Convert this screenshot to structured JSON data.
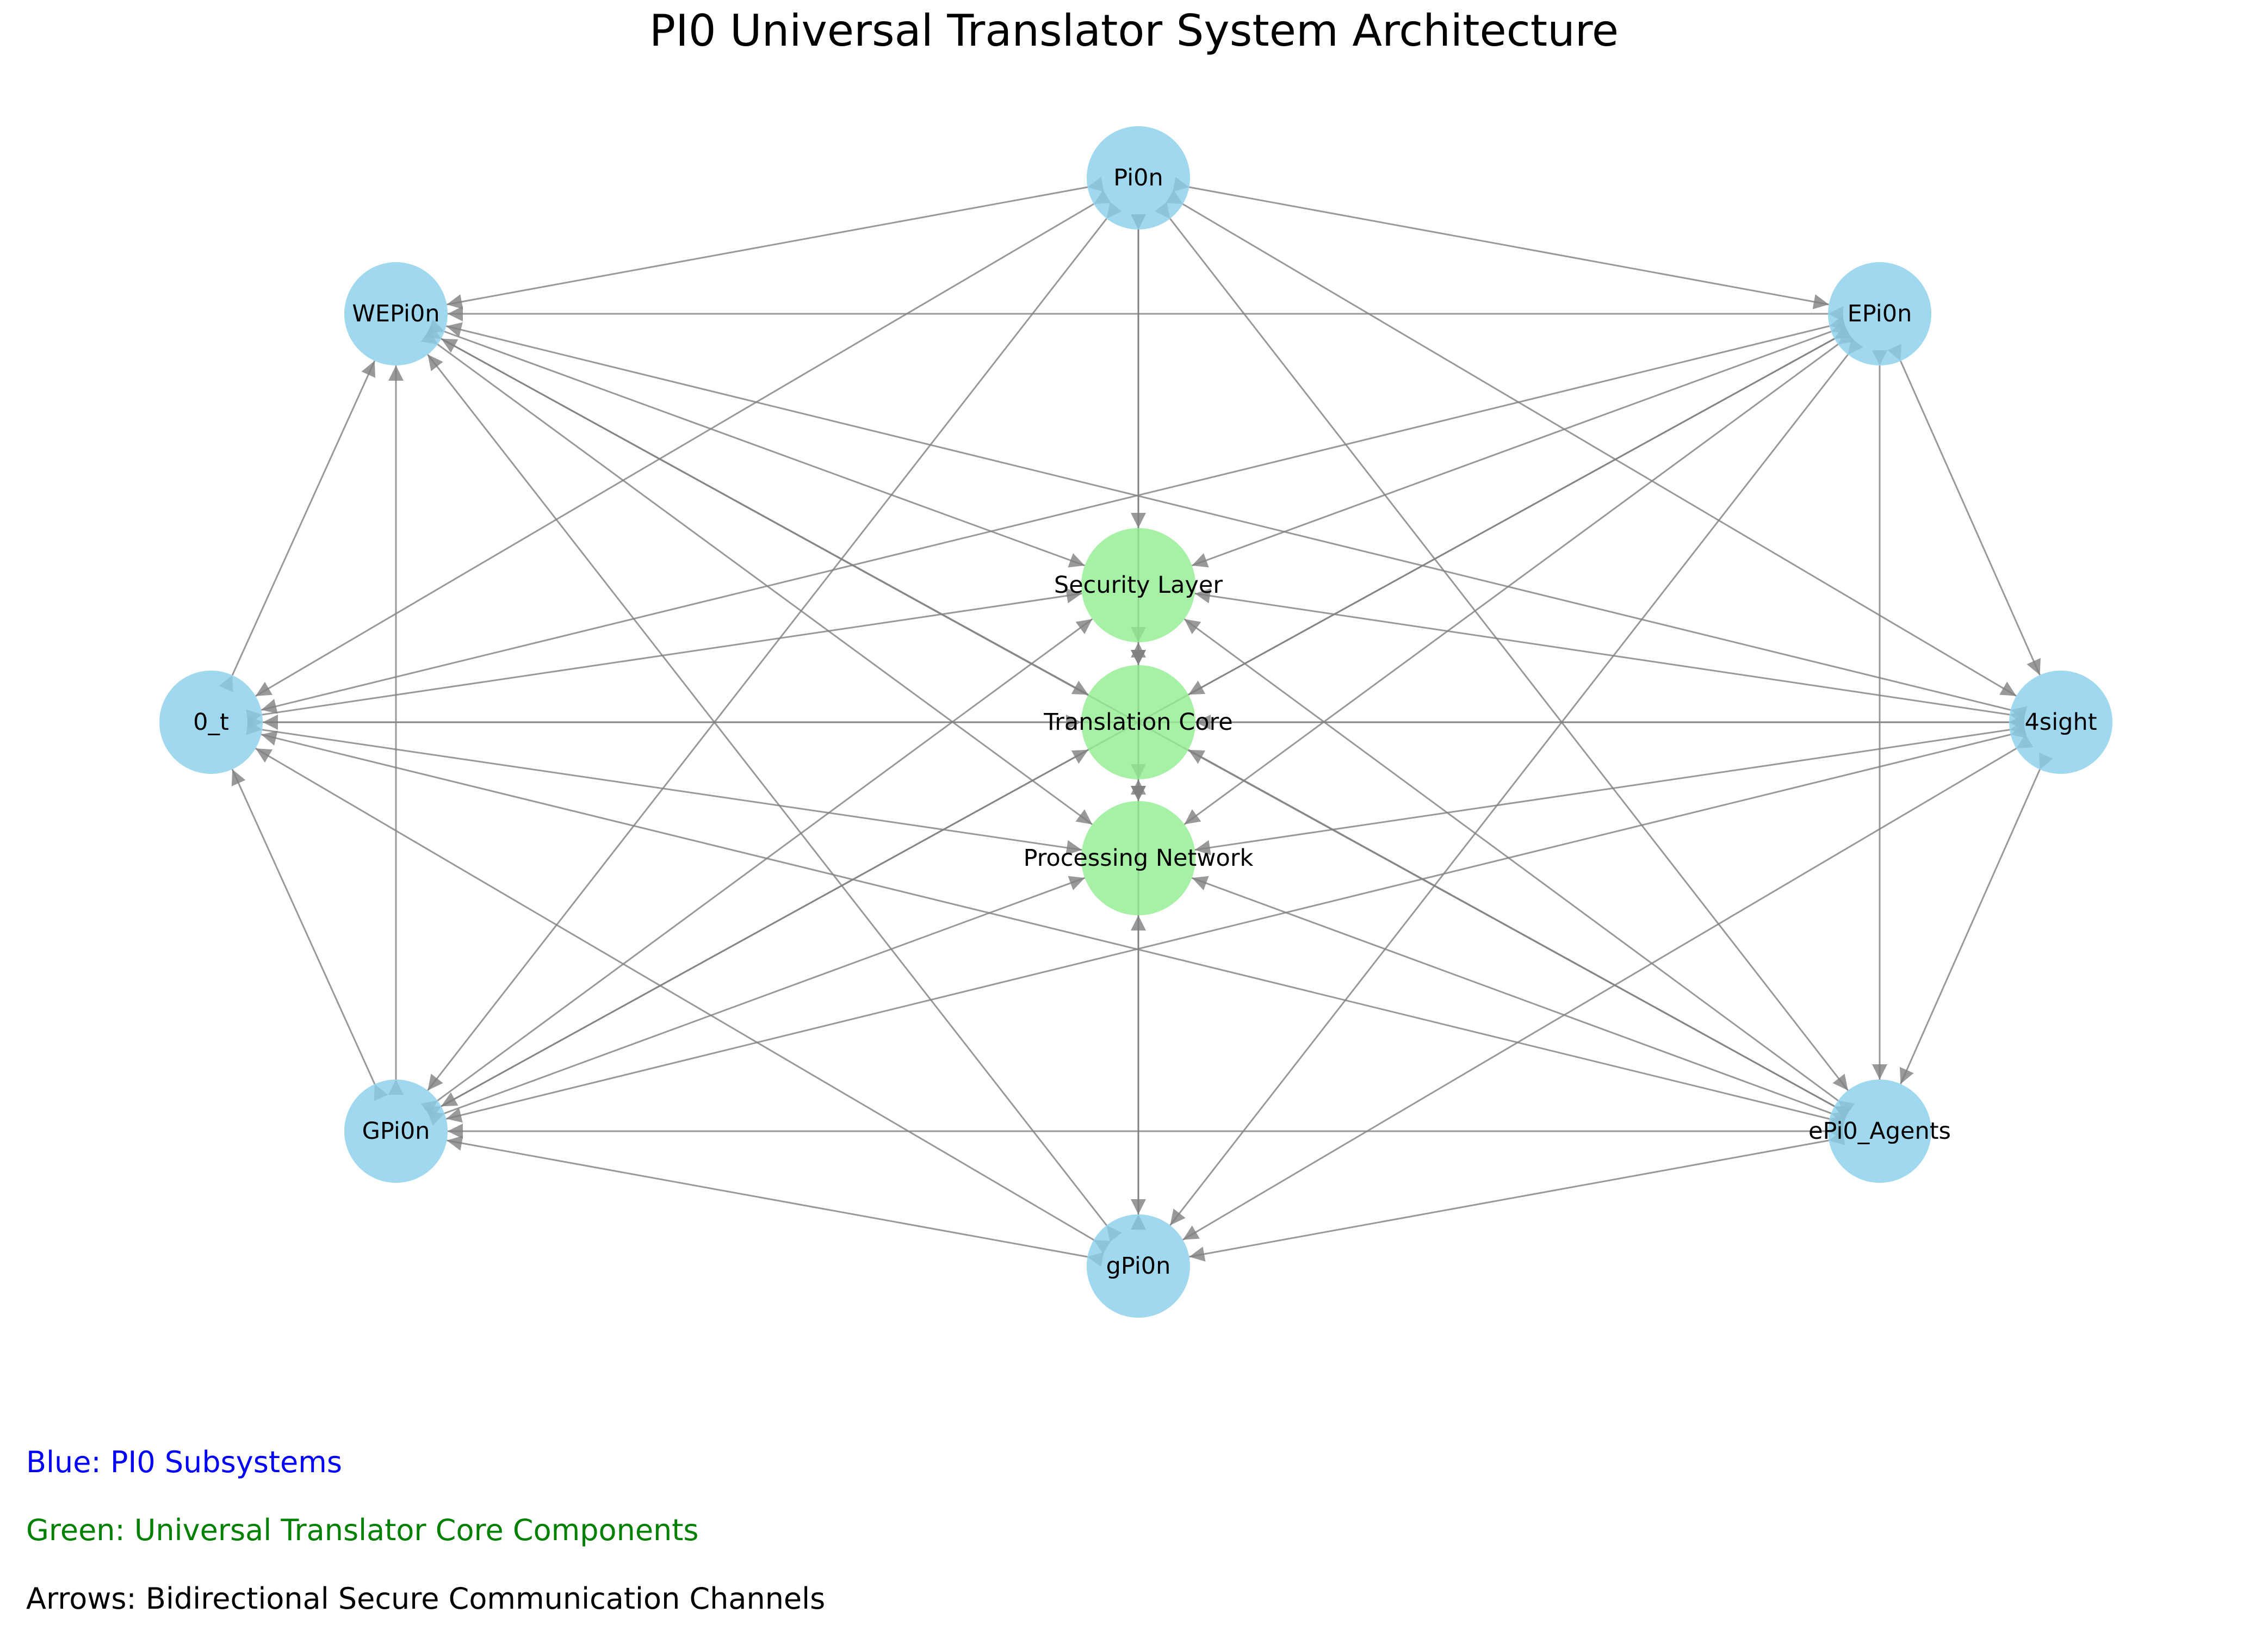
{
  "title": "PI0 Universal Translator System Architecture",
  "colors": {
    "subsystem_fill": "#87ceeb",
    "core_fill": "#90ee90",
    "edge": "#808080",
    "legend_blue": "#0000ff",
    "legend_green": "#008000",
    "legend_black": "#000000"
  },
  "nodes": {
    "subsystems": [
      {
        "id": "pi0n",
        "label": "Pi0n"
      },
      {
        "id": "epi0n",
        "label": "EPi0n"
      },
      {
        "id": "4sight",
        "label": "4sight"
      },
      {
        "id": "epi0-agents",
        "label": "ePi0_Agents"
      },
      {
        "id": "gpi0n-lower",
        "label": "gPi0n"
      },
      {
        "id": "gpi0n-upper",
        "label": "GPi0n"
      },
      {
        "id": "0t",
        "label": "0_t"
      },
      {
        "id": "wepi0n",
        "label": "WEPi0n"
      }
    ],
    "core": [
      {
        "id": "security-layer",
        "label": "Security Layer"
      },
      {
        "id": "translation-core",
        "label": "Translation Core"
      },
      {
        "id": "processing-network",
        "label": "Processing Network"
      }
    ]
  },
  "legend": {
    "blue": "Blue: PI0 Subsystems",
    "green": "Green: Universal Translator Core Components",
    "arrows": "Arrows: Bidirectional Secure Communication Channels"
  }
}
